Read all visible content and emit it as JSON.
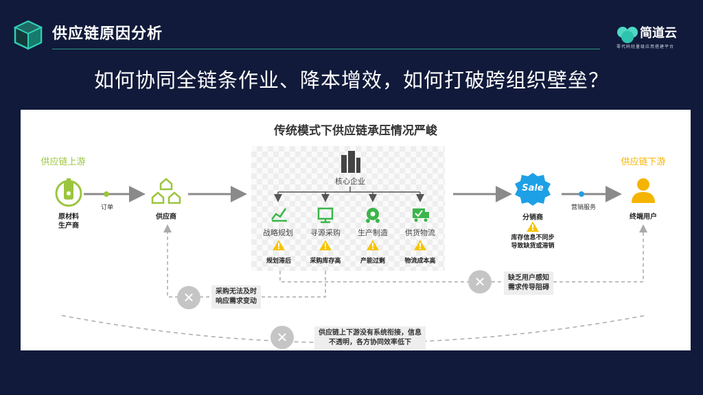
{
  "header": {
    "title": "供应链原因分析",
    "logo_name": "简道云",
    "logo_tagline": "零代码轻量级应用搭建平台"
  },
  "headline": "如何协同全链条作业、降本增效，如何打破跨组织壁垒？",
  "diagram": {
    "title": "传统模式下供应链承压情况严峻",
    "upstream_label": "供应链上游",
    "downstream_label": "供应链下游",
    "nodes": {
      "raw_material": "原材料\n生产商",
      "order": "订单",
      "supplier": "供应商",
      "core": "核心企业",
      "distributor": "分销商",
      "distributor_issue": "库存信息不同步\n导致缺货或滞销",
      "marketing": "营销服务",
      "end_user": "终端用户",
      "sale_badge": "Sale"
    },
    "departments": [
      {
        "label": "战略规划",
        "issue": "规划滞后",
        "icon": "chart-up-icon"
      },
      {
        "label": "寻源采购",
        "issue": "采购库存高",
        "icon": "cart-screen-icon"
      },
      {
        "label": "生产制造",
        "issue": "产能过剩",
        "icon": "gear-people-icon"
      },
      {
        "label": "供货物流",
        "issue": "物流成本高",
        "icon": "truck-check-icon"
      }
    ],
    "notes": {
      "procurement": "采购无法及时\n响应需求变动",
      "user_perception": "缺乏用户感知\n需求传导阻碍",
      "no_connection": "供应链上下游没有系统衔接，信息\n不透明，各方协同效率低下"
    },
    "colors": {
      "background": "#111a3a",
      "accent_teal": "#2fd0b5",
      "upstream_green": "#9bc53d",
      "downstream_yellow": "#f5b400",
      "dept_green": "#3bb54a",
      "sale_blue": "#1ea0e6",
      "warning": "#f5c400"
    }
  }
}
